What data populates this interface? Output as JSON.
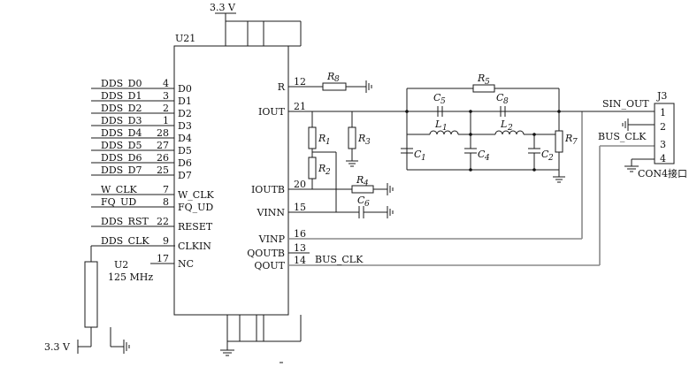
{
  "power": {
    "top": "3.3 V",
    "bottom_left": "3.3 V"
  },
  "u21": {
    "ref": "U21",
    "left_pins": [
      {
        "net": "DDS_D0",
        "num": "4",
        "name": "D0"
      },
      {
        "net": "DDS_D1",
        "num": "3",
        "name": "D1"
      },
      {
        "net": "DDS_D2",
        "num": "2",
        "name": "D2"
      },
      {
        "net": "DDS_D3",
        "num": "1",
        "name": "D3"
      },
      {
        "net": "DDS_D4",
        "num": "28",
        "name": "D4"
      },
      {
        "net": "DDS_D5",
        "num": "27",
        "name": "D5"
      },
      {
        "net": "DDS_D6",
        "num": "26",
        "name": "D6"
      },
      {
        "net": "DDS_D7",
        "num": "25",
        "name": "D7"
      },
      {
        "net": "W_CLK",
        "num": "7",
        "name": "W_CLK"
      },
      {
        "net": "FQ_UD",
        "num": "8",
        "name": "FQ_UD"
      },
      {
        "net": "DDS_RST",
        "num": "22",
        "name": "RESET"
      },
      {
        "net": "DDS_CLK",
        "num": "9",
        "name": "CLKIN"
      },
      {
        "net": "",
        "num": "17",
        "name": "NC"
      }
    ],
    "right_pins": [
      {
        "name": "R",
        "num": "12"
      },
      {
        "name": "IOUT",
        "num": "21"
      },
      {
        "name": "IOUTB",
        "num": "20"
      },
      {
        "name": "VINN",
        "num": "15"
      },
      {
        "name": "VINP",
        "num": "16"
      },
      {
        "name": "QOUTB",
        "num": "13"
      },
      {
        "name": "QOUT",
        "num": "14"
      }
    ]
  },
  "u2": {
    "ref": "U2",
    "freq": "125 MHz"
  },
  "components": {
    "r8": {
      "letter": "R",
      "sub": "8"
    },
    "r1": {
      "letter": "R",
      "sub": "1"
    },
    "r3": {
      "letter": "R",
      "sub": "3"
    },
    "r2": {
      "letter": "R",
      "sub": "2"
    },
    "r4": {
      "letter": "R",
      "sub": "4"
    },
    "c6": {
      "letter": "C",
      "sub": "6"
    },
    "r5": {
      "letter": "R",
      "sub": "5"
    },
    "c5": {
      "letter": "C",
      "sub": "5"
    },
    "c8": {
      "letter": "C",
      "sub": "8"
    },
    "l1": {
      "letter": "L",
      "sub": "1"
    },
    "l2": {
      "letter": "L",
      "sub": "2"
    },
    "c1": {
      "letter": "C",
      "sub": "1"
    },
    "c4": {
      "letter": "C",
      "sub": "4"
    },
    "c2": {
      "letter": "C",
      "sub": "2"
    },
    "r7": {
      "letter": "R",
      "sub": "7"
    }
  },
  "nets": {
    "sin_out": "SIN_OUT",
    "bus_clk_right": "BUS_CLK",
    "bus_clk_qout": "BUS_CLK"
  },
  "j3": {
    "ref": "J3",
    "pins": [
      "1",
      "2",
      "3",
      "4"
    ],
    "caption": "CON4接口"
  }
}
